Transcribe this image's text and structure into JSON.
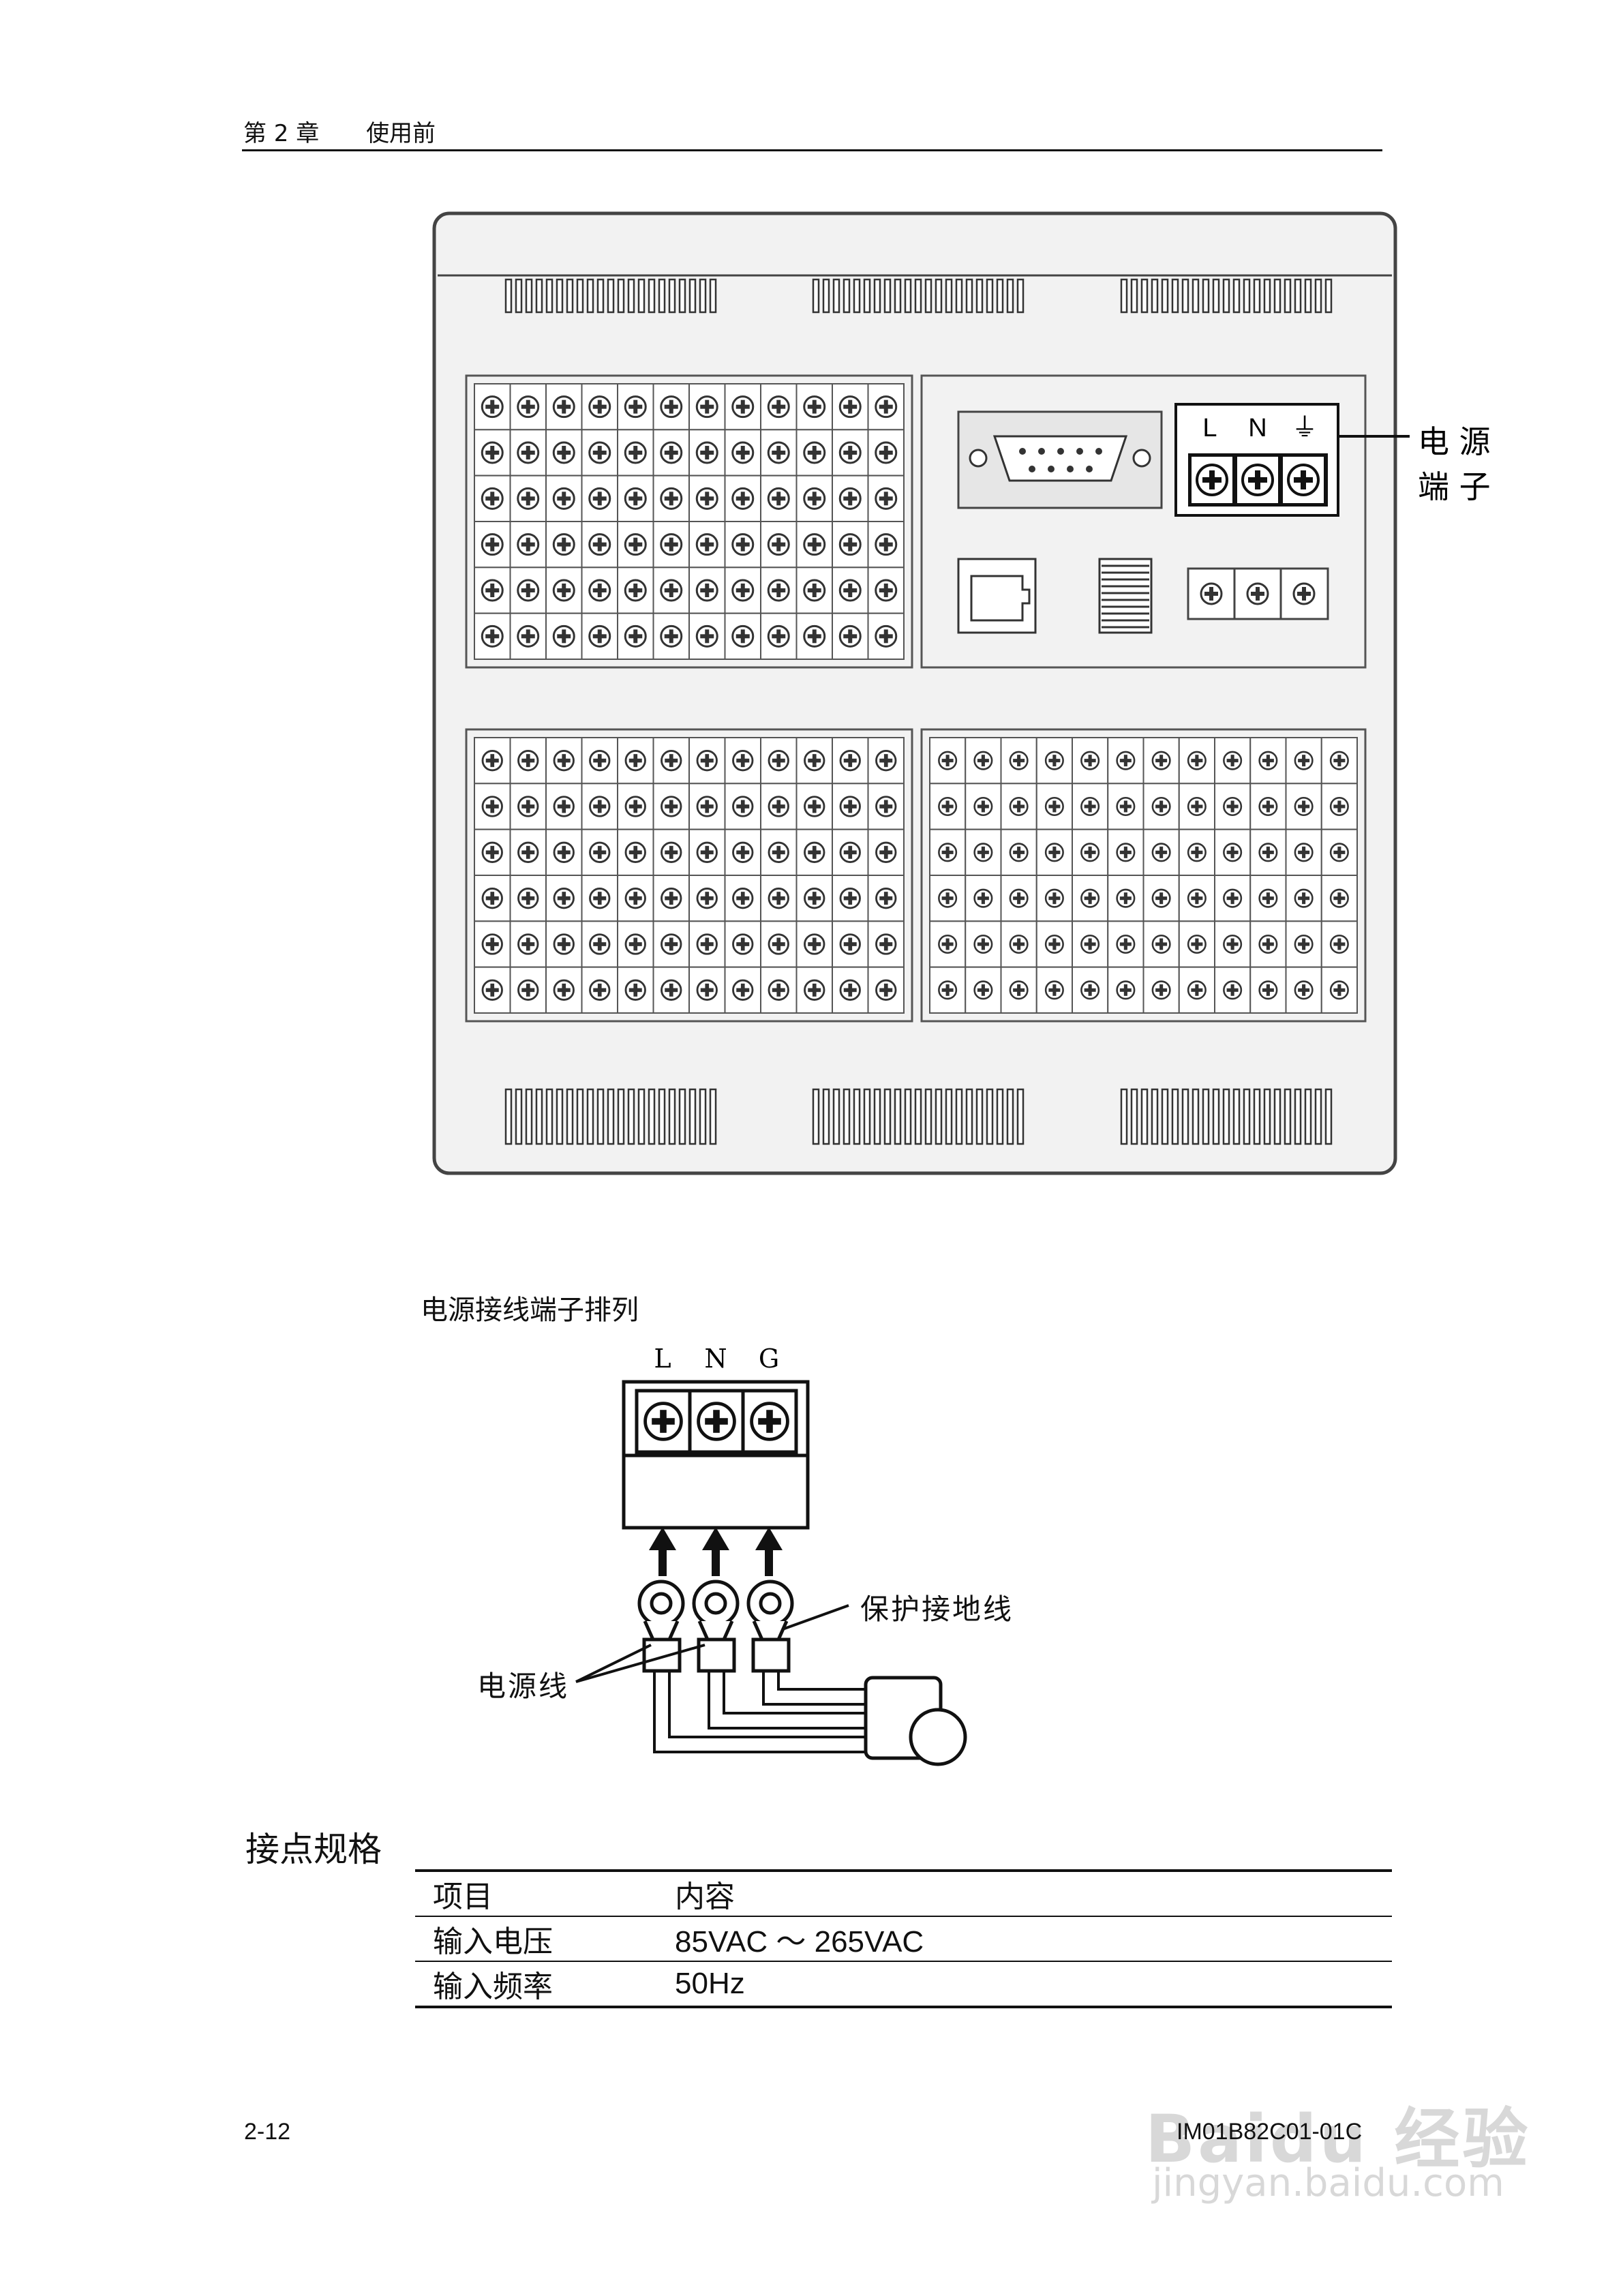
{
  "header": {
    "chapter": "第 2 章",
    "title": "使用前"
  },
  "figure1": {
    "terminal_labels": [
      "L",
      "N",
      "⏚"
    ],
    "callout": "电源端子",
    "callout_line1": "电 源",
    "callout_line2": "端 子"
  },
  "section": {
    "title": "电源接线端子排列"
  },
  "figure2": {
    "terminal_labels": [
      "L",
      "N",
      "G"
    ],
    "power_line_label": "电源线",
    "ground_line_label": "保护接地线"
  },
  "spec": {
    "title": "接点规格",
    "columns": [
      "项目",
      "内容"
    ],
    "rows": [
      [
        "输入电压",
        "85VAC ～ 265VAC"
      ],
      [
        "输入频率",
        "50Hz"
      ]
    ]
  },
  "footer": {
    "page": "2-12",
    "doc_id": "IM01B82C01-01C"
  },
  "watermark": {
    "text": "Baidu 经验",
    "url_text": "jingyan.baidu.com"
  }
}
